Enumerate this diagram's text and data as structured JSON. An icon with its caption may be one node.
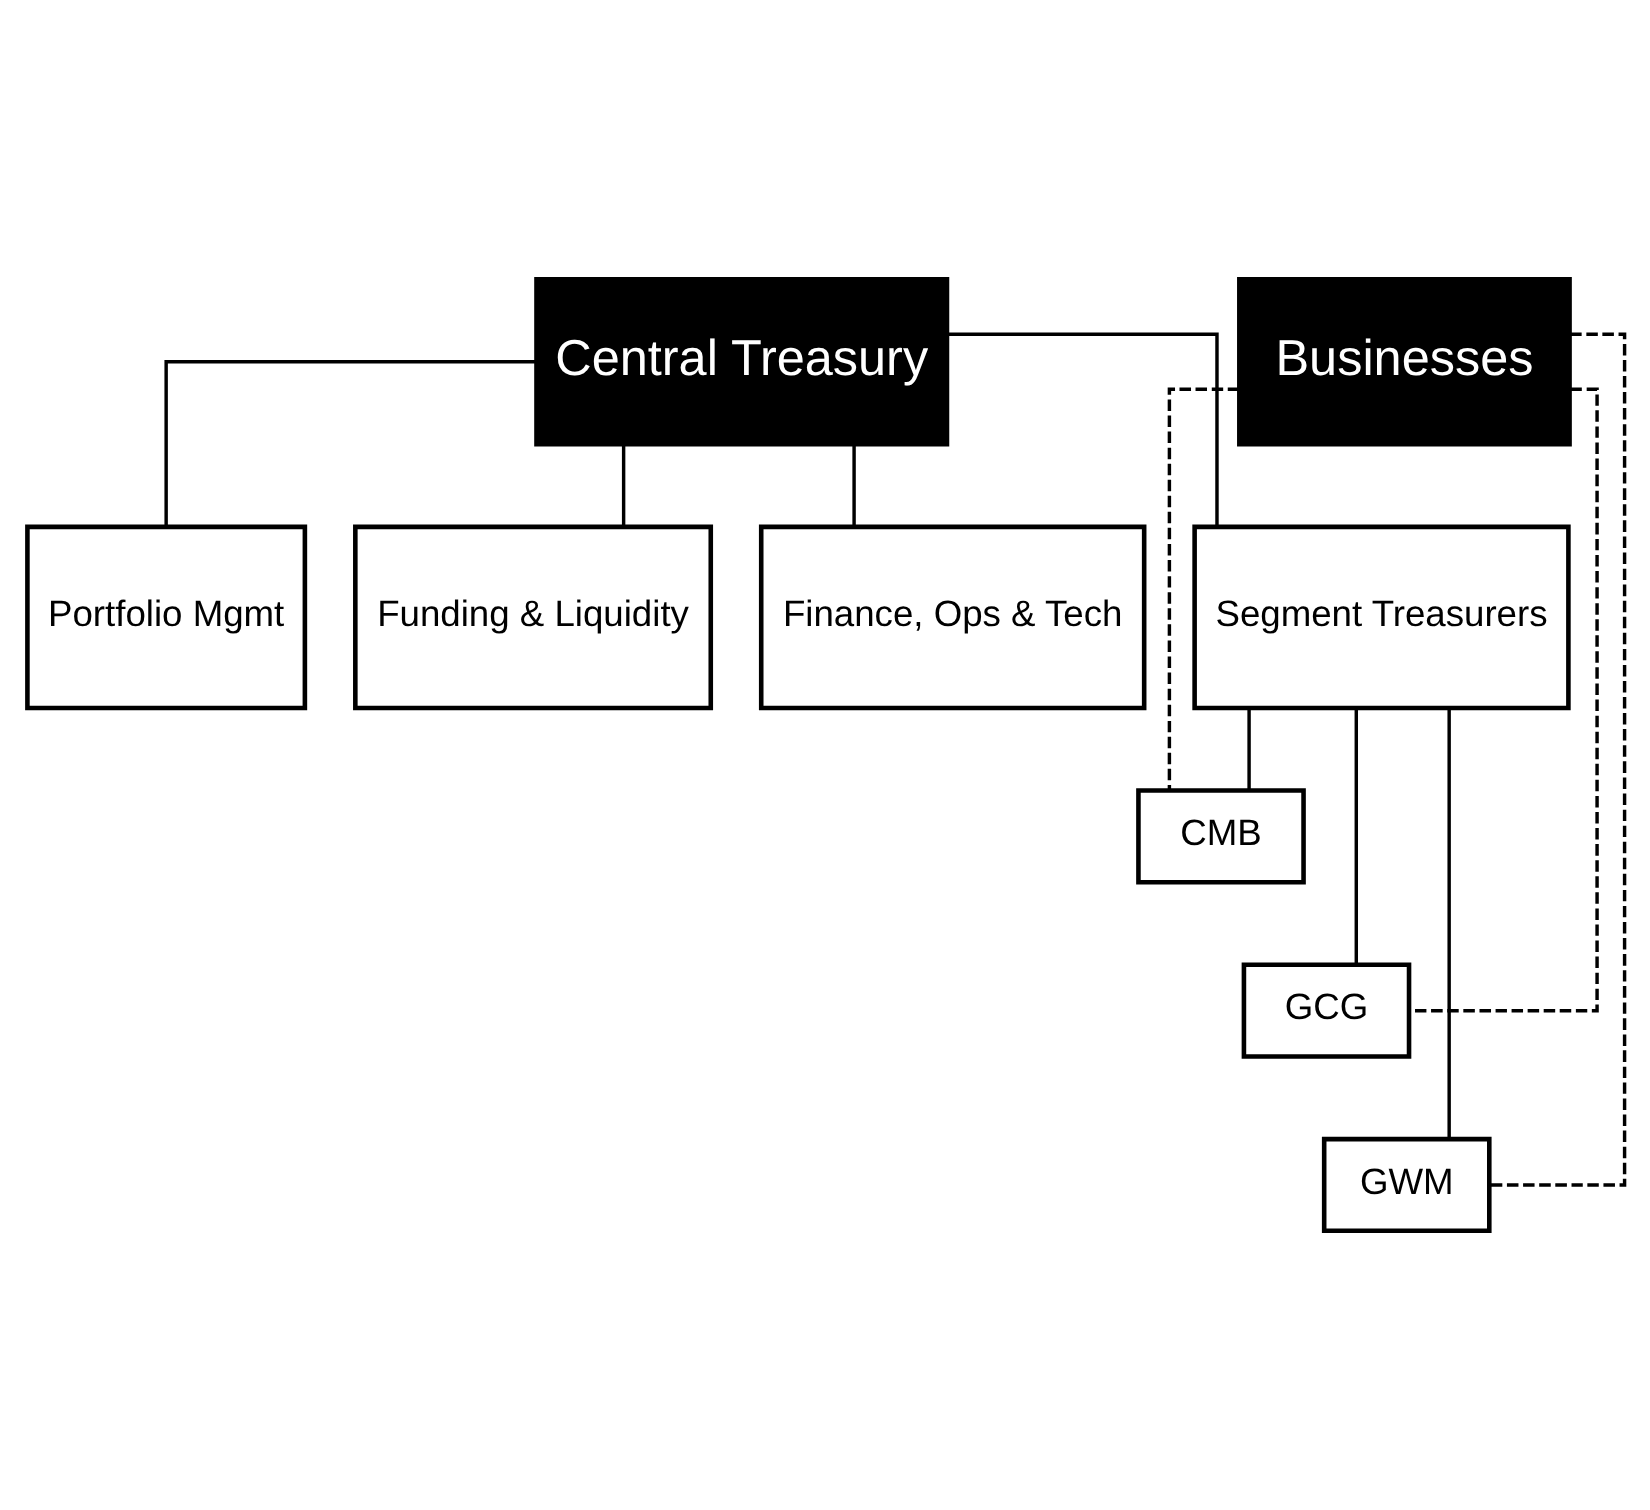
{
  "diagram": {
    "nodes": [
      {
        "text": [
          "Central Treasury"
        ]
      },
      {
        "text": [
          "Businesses"
        ]
      },
      {
        "text": [
          "Portfolio Mgmt"
        ]
      },
      {
        "text": [
          "Funding & Liquidity"
        ]
      },
      {
        "text": [
          "Finance, Ops & Tech"
        ]
      },
      {
        "text": [
          "Segment Treasurers"
        ]
      },
      {
        "text": [
          "CMB"
        ]
      },
      {
        "text": [
          "GCG"
        ]
      },
      {
        "text": [
          "GWM"
        ]
      }
    ],
    "edges": [
      {
        "from": 0,
        "to": 2,
        "arrow": "none"
      },
      {
        "from": 0,
        "to": 3,
        "arrow": "none"
      },
      {
        "from": 0,
        "to": 4,
        "arrow": "none"
      },
      {
        "from": 0,
        "to": 5,
        "arrow": "none"
      },
      {
        "from": 5,
        "to": 6,
        "arrow": "none"
      },
      {
        "from": 5,
        "to": 7,
        "arrow": "none"
      },
      {
        "from": 5,
        "to": 8,
        "arrow": "none"
      },
      {
        "from": 1,
        "to": 6,
        "arrow": "none",
        "style": "dashed"
      },
      {
        "from": 1,
        "to": 7,
        "arrow": "none",
        "style": "dashed"
      },
      {
        "from": 1,
        "to": 8,
        "arrow": "none",
        "style": "dashed"
      }
    ]
  }
}
